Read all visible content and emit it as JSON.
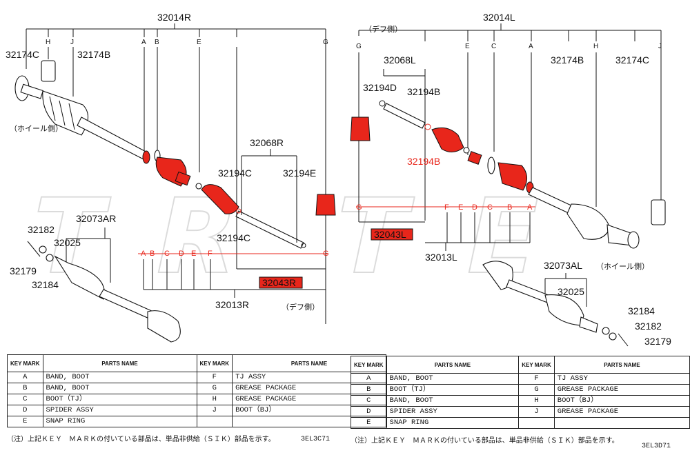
{
  "diagram": {
    "left": {
      "top_callout": "32014R",
      "key_letters_top": [
        "H",
        "J",
        "A",
        "B",
        "E",
        "G"
      ],
      "callouts": {
        "p32174C": "32174C",
        "p32174B": "32174B",
        "hub_side": "（ホイール側）",
        "p32068R": "32068R",
        "p32194C_a": "32194C",
        "p32194E": "32194E",
        "p32194C_b": "32194C",
        "p32073AR": "32073AR",
        "p32182": "32182",
        "p32025": "32025",
        "p32179": "32179",
        "p32184": "32184",
        "p32043R": "32043R",
        "p32013R": "32013R",
        "diff_side": "（デフ側）"
      },
      "bottom_keys": [
        "A",
        "B",
        "C",
        "D",
        "E",
        "F",
        "G"
      ]
    },
    "right": {
      "top_callout": "32014L",
      "key_letters_top": [
        "G",
        "E",
        "C",
        "A",
        "H",
        "J"
      ],
      "callouts": {
        "diff_side": "（デフ側）",
        "p32068L": "32068L",
        "p32194D": "32194D",
        "p32194B_a": "32194B",
        "p32194B_b": "32194B",
        "p32174B": "32174B",
        "p32174C": "32174C",
        "p32043L": "32043L",
        "p32013L": "32013L",
        "p32073AL": "32073AL",
        "hub_side": "（ホイール側）",
        "p32025": "32025",
        "p32184": "32184",
        "p32182": "32182",
        "p32179": "32179"
      },
      "bottom_keys": [
        "G",
        "F",
        "E",
        "D",
        "C",
        "B",
        "A"
      ]
    }
  },
  "tables": {
    "left": {
      "headers": {
        "key": "KEY MARK",
        "name": "PARTS NAME"
      },
      "rows_left": [
        {
          "key": "A",
          "name": "BAND, BOOT"
        },
        {
          "key": "B",
          "name": "BAND, BOOT"
        },
        {
          "key": "C",
          "name": "BOOT（TJ）"
        },
        {
          "key": "D",
          "name": "SPIDER ASSY"
        },
        {
          "key": "E",
          "name": "SNAP RING"
        }
      ],
      "rows_right": [
        {
          "key": "F",
          "name": "TJ ASSY"
        },
        {
          "key": "G",
          "name": "GREASE PACKAGE"
        },
        {
          "key": "H",
          "name": "GREASE PACKAGE"
        },
        {
          "key": "J",
          "name": "BOOT（BJ）"
        },
        {
          "key": "",
          "name": ""
        }
      ],
      "note": "（注）上記ＫＥＹ　ＭＡＲＫの付いている部品は、単品非供給（ＳＩＫ）部品を示す。",
      "code": "3EL3C71"
    },
    "right": {
      "headers": {
        "key": "KEY MARK",
        "name": "PARTS NAME"
      },
      "rows_left": [
        {
          "key": "A",
          "name": "BAND, BOOT"
        },
        {
          "key": "B",
          "name": "BOOT（TJ）"
        },
        {
          "key": "C",
          "name": "BAND, BOOT"
        },
        {
          "key": "D",
          "name": "SPIDER ASSY"
        },
        {
          "key": "E",
          "name": "SNAP RING"
        }
      ],
      "rows_right": [
        {
          "key": "F",
          "name": "TJ ASSY"
        },
        {
          "key": "G",
          "name": "GREASE PACKAGE"
        },
        {
          "key": "H",
          "name": "BOOT（BJ）"
        },
        {
          "key": "J",
          "name": "GREASE PACKAGE"
        },
        {
          "key": "",
          "name": ""
        }
      ],
      "note": "（注）上記ＫＥＹ　ＭＡＲＫの付いている部品は、単品非供給（ＳＩＫ）部品を示す。",
      "code": "3EL3D71"
    }
  },
  "colors": {
    "highlight": "#e8261b",
    "line": "#111111"
  }
}
